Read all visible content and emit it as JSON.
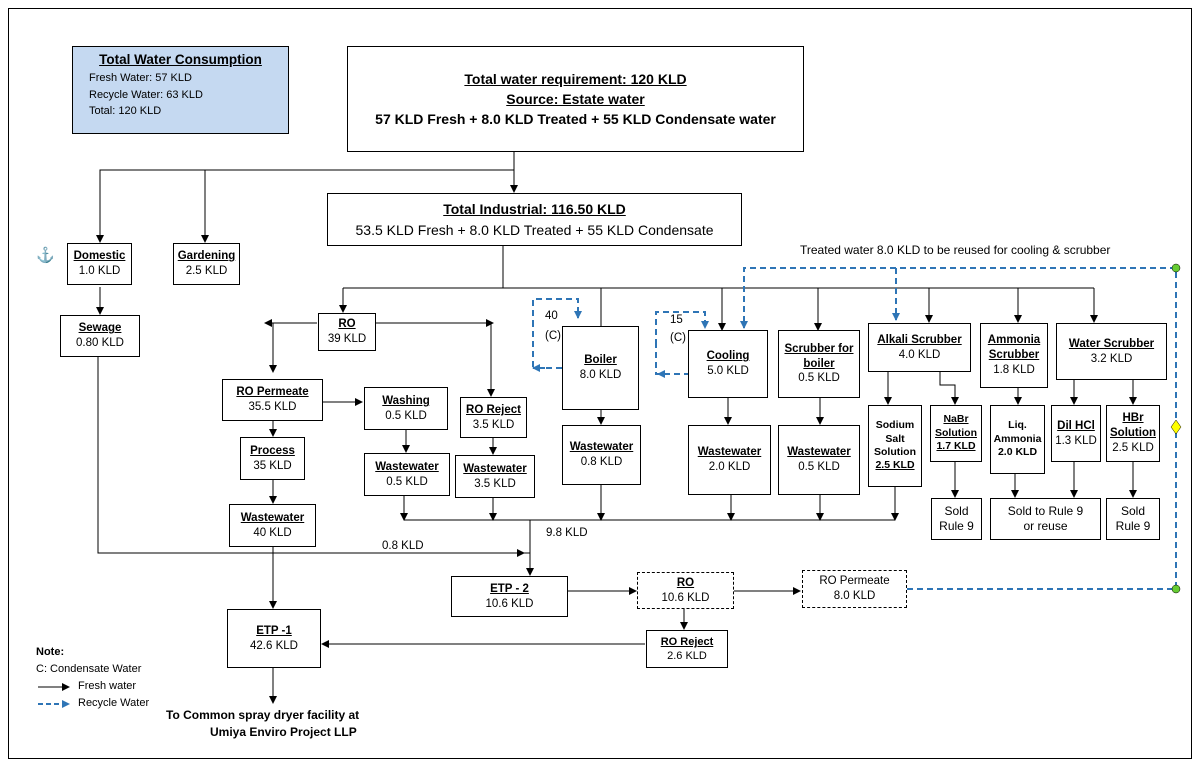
{
  "consumption": {
    "title": "Total Water Consumption",
    "fresh": "Fresh Water: 57 KLD",
    "recycle": "Recycle Water: 63 KLD",
    "total": "Total: 120 KLD"
  },
  "requirement": {
    "title": "Total water requirement: 120 KLD",
    "source": "Source: Estate water",
    "detail": "57 KLD Fresh + 8.0 KLD Treated + 55 KLD Condensate water"
  },
  "industrial": {
    "title": "Total Industrial:  116.50 KLD",
    "detail": "53.5 KLD Fresh + 8.0 KLD Treated + 55 KLD Condensate"
  },
  "treated_note": "Treated water 8.0 KLD to be reused for cooling & scrubber",
  "nodes": {
    "domestic": {
      "name": "Domestic",
      "value": "1.0 KLD"
    },
    "gardening": {
      "name": "Gardening",
      "value": "2.5 KLD"
    },
    "sewage": {
      "name": "Sewage",
      "value": "0.80 KLD"
    },
    "ro": {
      "name": "RO",
      "value": "39 KLD"
    },
    "ro_permeate": {
      "name": "RO Permeate",
      "value": "35.5 KLD"
    },
    "process": {
      "name": "Process",
      "value": "35 KLD"
    },
    "ww_process": {
      "name": "Wastewater",
      "value": "40 KLD"
    },
    "washing": {
      "name": "Washing",
      "value": "0.5 KLD"
    },
    "ww_washing": {
      "name": "Wastewater",
      "value": "0.5 KLD"
    },
    "ro_reject": {
      "name": "RO Reject",
      "value": "3.5 KLD"
    },
    "ww_reject": {
      "name": "Wastewater",
      "value": "3.5 KLD"
    },
    "boiler": {
      "name": "Boiler",
      "value": "8.0 KLD"
    },
    "ww_boiler": {
      "name": "Wastewater",
      "value": "0.8 KLD"
    },
    "cooling": {
      "name": "Cooling",
      "value": "5.0 KLD"
    },
    "ww_cooling": {
      "name": "Wastewater",
      "value": "2.0 KLD"
    },
    "scrubber_boiler": {
      "name1": "Scrubber for",
      "name2": "boiler",
      "value": "0.5 KLD"
    },
    "ww_scrubber": {
      "name": "Wastewater",
      "value": "0.5 KLD"
    },
    "alkali": {
      "name": "Alkali Scrubber",
      "value": "4.0 KLD"
    },
    "ammonia": {
      "name1": "Ammonia",
      "name2": "Scrubber",
      "value": "1.8 KLD"
    },
    "water_scrubber": {
      "name": "Water Scrubber",
      "value": "3.2 KLD"
    },
    "sodium": {
      "l1": "Sodium",
      "l2": "Salt",
      "l3": "Solution",
      "value": "2.5 KLD"
    },
    "nabr": {
      "l1": "NaBr",
      "l2": "Solution",
      "value": "1.7 KLD"
    },
    "liq_ammonia": {
      "l1": "Liq.",
      "l2": "Ammonia",
      "value": "2.0 KLD"
    },
    "dil_hcl": {
      "name": "Dil HCl",
      "value": "1.3 KLD"
    },
    "hbr": {
      "l1": "HBr",
      "l2": "Solution",
      "value": "2.5 KLD"
    },
    "sold1": {
      "l1": "Sold",
      "l2": "Rule 9"
    },
    "sold2": {
      "l1": "Sold to Rule 9",
      "l2": "or reuse"
    },
    "sold3": {
      "l1": "Sold",
      "l2": "Rule 9"
    },
    "etp2": {
      "name": "ETP - 2",
      "value": "10.6 KLD"
    },
    "ro2": {
      "name": "RO",
      "value": "10.6 KLD"
    },
    "ro_permeate2": {
      "name": "RO Permeate",
      "value": "8.0 KLD"
    },
    "ro_reject2": {
      "name": "RO Reject",
      "value": "2.6 KLD"
    },
    "etp1": {
      "name": "ETP -1",
      "value": "42.6 KLD"
    }
  },
  "labels": {
    "boiler_condensate_value": "40",
    "boiler_condensate_tag": "(C)",
    "cooling_condensate_value": "15",
    "cooling_condensate_tag": "(C)",
    "sewage_flow": "0.8 KLD",
    "collector_flow": "9.8 KLD",
    "final_line1": "To Common spray dryer facility at",
    "final_line2": "Umiya Enviro Project LLP"
  },
  "note": {
    "title": "Note:",
    "condensate": "C: Condensate Water",
    "fresh": "Fresh water",
    "recycle": "Recycle Water"
  },
  "colors": {
    "recycle_line": "#2e75b6",
    "consumption_fill": "#c5d9f1",
    "connector_green": "#66cc33",
    "connector_yellow": "#ffff00",
    "anchor": "#2e75b6"
  }
}
